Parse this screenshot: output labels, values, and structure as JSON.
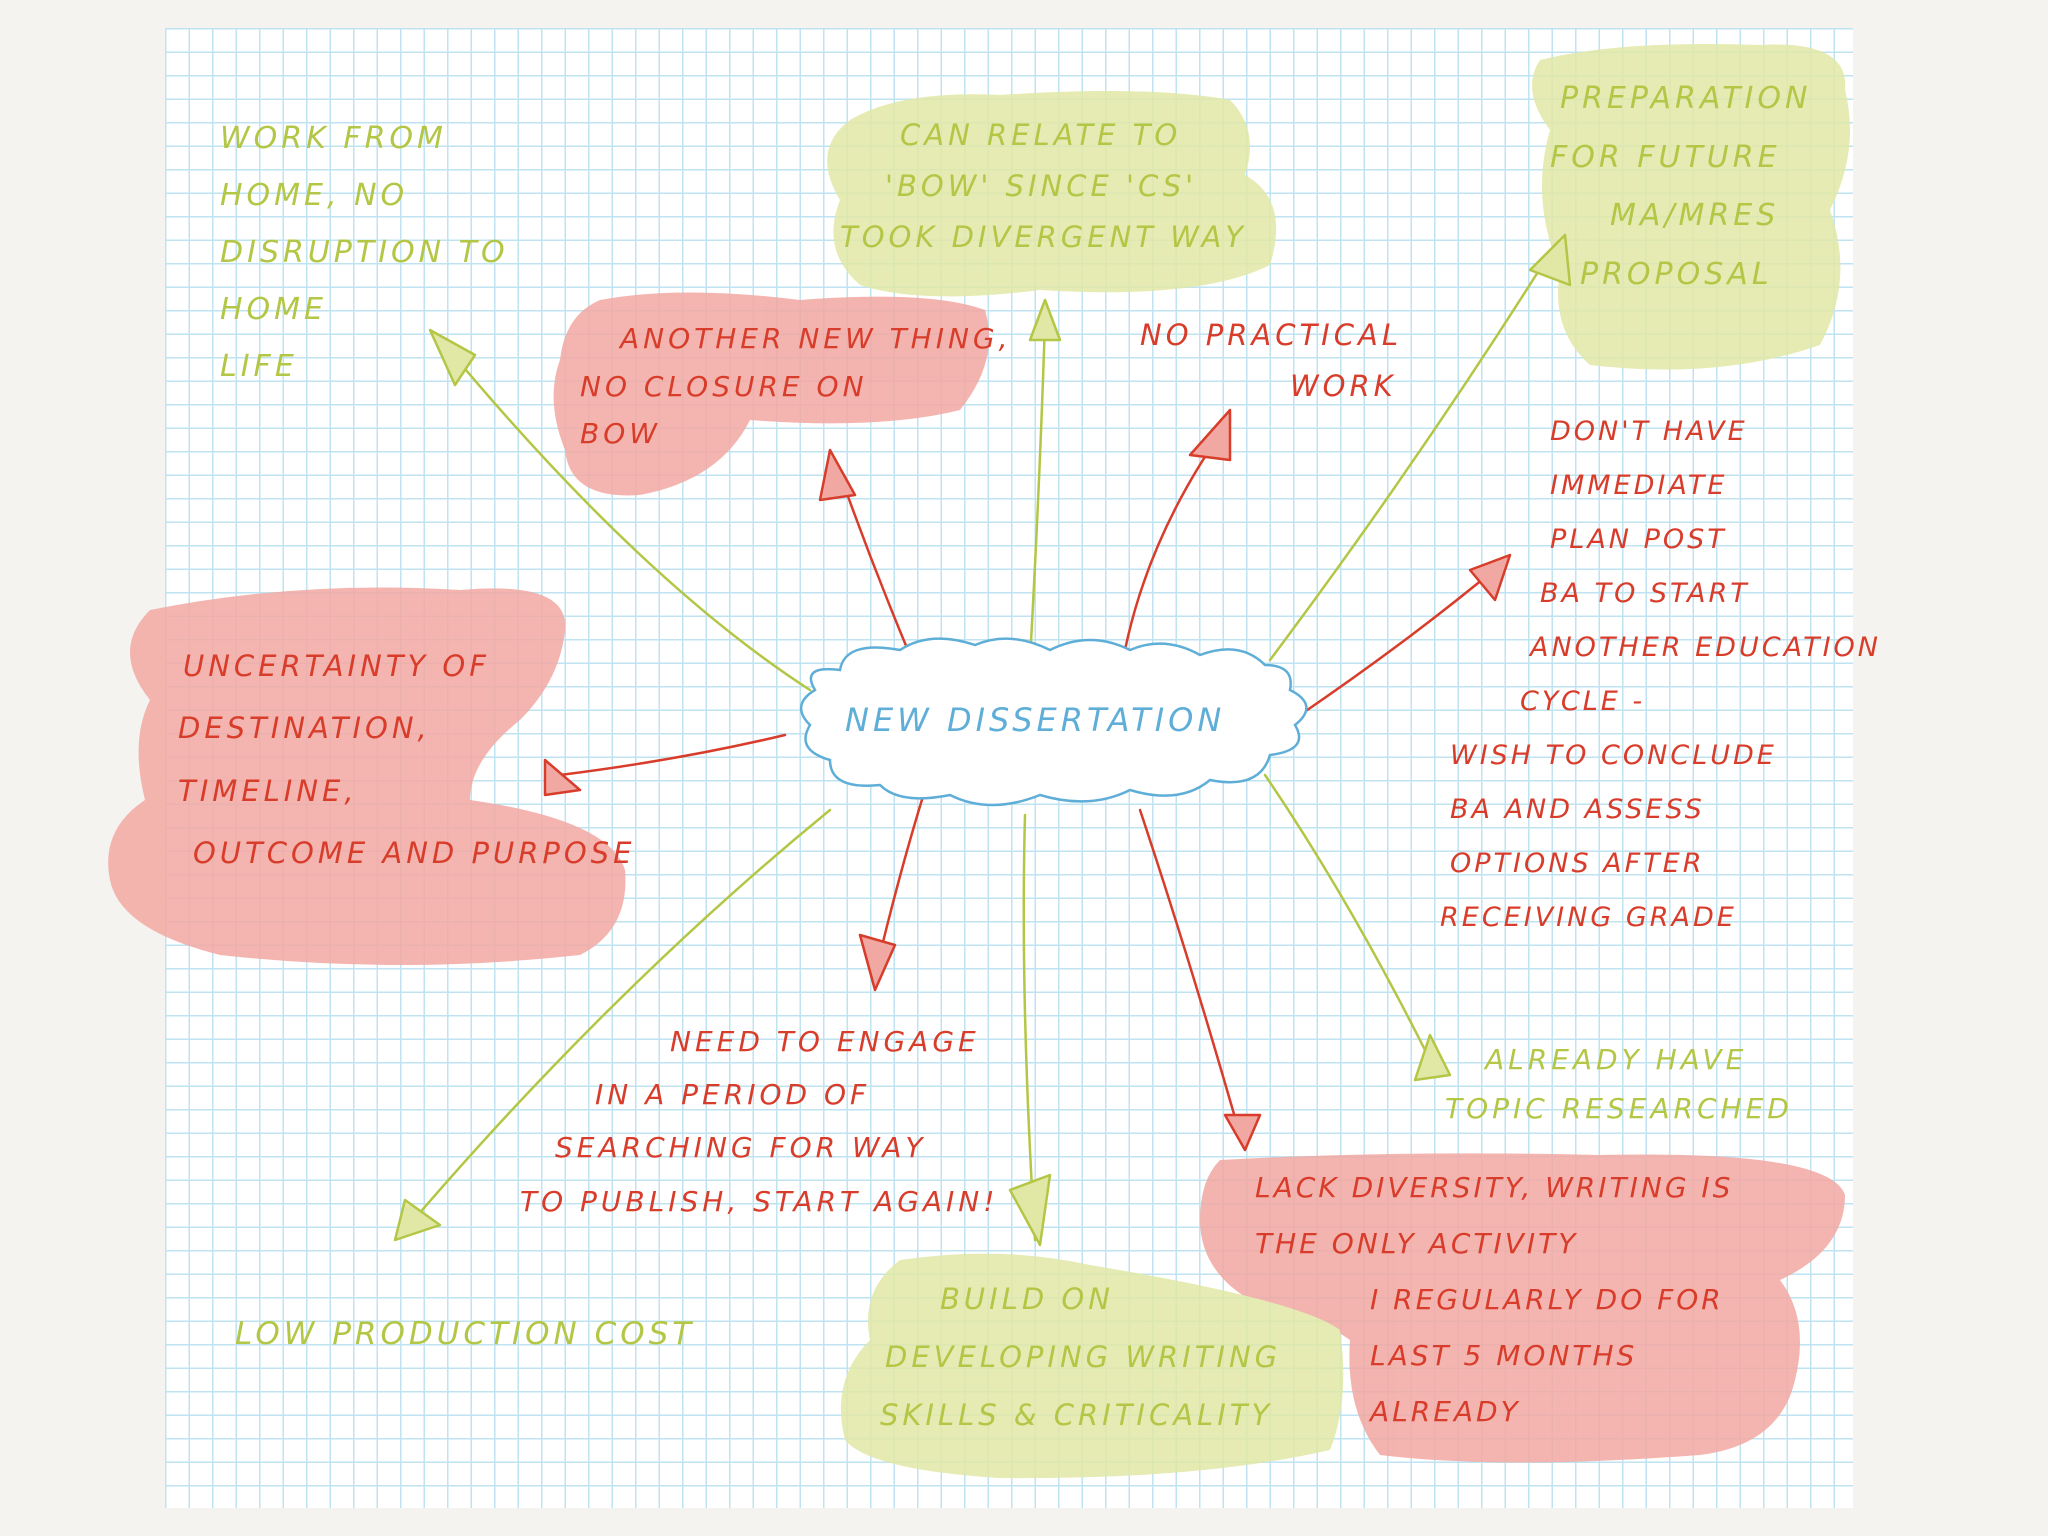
{
  "diagram": {
    "center": {
      "label": "NEW DISSERTATION"
    },
    "nodes": [
      {
        "id": "work-from-home",
        "tone": "positive",
        "highlighted": false,
        "lines": [
          "WORK FROM",
          "HOME, NO",
          "DISRUPTION TO",
          "HOME",
          "LIFE"
        ]
      },
      {
        "id": "another-new-thing",
        "tone": "negative",
        "highlighted": true,
        "lines": [
          "ANOTHER NEW THING,",
          "NO CLOSURE ON",
          "BOW"
        ]
      },
      {
        "id": "can-relate",
        "tone": "positive",
        "highlighted": true,
        "lines": [
          "CAN RELATE TO",
          "'BOW' SINCE 'CS'",
          "TOOK DIVERGENT WAY"
        ]
      },
      {
        "id": "no-practical-work",
        "tone": "negative",
        "highlighted": false,
        "lines": [
          "NO PRACTICAL",
          "WORK"
        ]
      },
      {
        "id": "preparation",
        "tone": "positive",
        "highlighted": true,
        "lines": [
          "PREPARATION",
          "FOR FUTURE",
          "MA/MRES",
          "PROPOSAL"
        ]
      },
      {
        "id": "dont-have-plan",
        "tone": "negative",
        "highlighted": false,
        "lines": [
          "DON'T HAVE",
          "IMMEDIATE",
          "PLAN POST",
          "BA TO START",
          "ANOTHER EDUCATION",
          "CYCLE -",
          "WISH TO CONCLUDE",
          "BA AND ASSESS",
          "OPTIONS AFTER",
          "RECEIVING GRADE"
        ]
      },
      {
        "id": "uncertainty",
        "tone": "negative",
        "highlighted": true,
        "lines": [
          "UNCERTAINTY OF",
          "DESTINATION,",
          "TIMELINE,",
          "OUTCOME AND PURPOSE"
        ]
      },
      {
        "id": "already-researched",
        "tone": "positive",
        "highlighted": false,
        "lines": [
          "ALREADY HAVE",
          "TOPIC RESEARCHED"
        ]
      },
      {
        "id": "need-to-engage",
        "tone": "negative",
        "highlighted": false,
        "lines": [
          "NEED TO ENGAGE",
          "IN A PERIOD OF",
          "SEARCHING FOR WAY",
          "TO PUBLISH, START AGAIN!"
        ]
      },
      {
        "id": "lack-diversity",
        "tone": "negative",
        "highlighted": true,
        "lines": [
          "LACK DIVERSITY, WRITING IS",
          "THE ONLY ACTIVITY",
          "I REGULARLY DO FOR",
          "LAST 5 MONTHS",
          "ALREADY"
        ]
      },
      {
        "id": "low-production-cost",
        "tone": "positive",
        "highlighted": false,
        "lines": [
          "LOW PRODUCTION COST"
        ]
      },
      {
        "id": "build-on-writing",
        "tone": "positive",
        "highlighted": true,
        "lines": [
          "BUILD ON",
          "DEVELOPING WRITING",
          "SKILLS & CRITICALITY"
        ]
      }
    ],
    "colors": {
      "positive": "#b4c645",
      "negative": "#d83c2a",
      "center": "#5faed8",
      "positive_highlight": "#e1e8a6",
      "negative_highlight": "#f2a8a2",
      "grid": "#bfe3f0",
      "paper": "#ffffff",
      "background": "#f4f3ef"
    }
  }
}
